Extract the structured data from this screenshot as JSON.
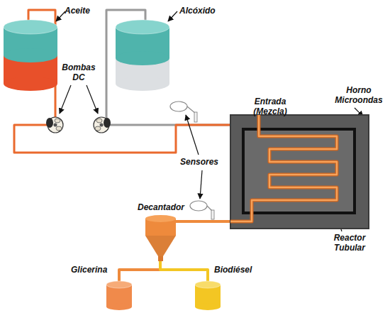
{
  "diagram": {
    "nodes": [
      {
        "text": [
          "Aceite"
        ]
      },
      {
        "text": [
          "Alcóxido"
        ]
      },
      {
        "text": [
          "Horno Microondas"
        ]
      },
      {
        "text": [
          "Decantador"
        ]
      },
      {
        "text": [
          "Glicerina"
        ]
      },
      {
        "text": [
          "Biodiésel"
        ]
      }
    ],
    "edges": [
      {
        "from": 1,
        "to": 2,
        "arrow": "none"
      },
      {
        "from": 0,
        "to": 2,
        "arrow": "none"
      },
      {
        "from": 2,
        "to": 3,
        "arrow": "none"
      },
      {
        "from": 3,
        "to": 4,
        "arrow": "none"
      },
      {
        "from": 3,
        "to": 5,
        "arrow": "none"
      }
    ],
    "labels": [
      "Bombas DC",
      "Entrada (Mezcla)",
      "Sensores",
      "Reactor Tubular"
    ]
  }
}
